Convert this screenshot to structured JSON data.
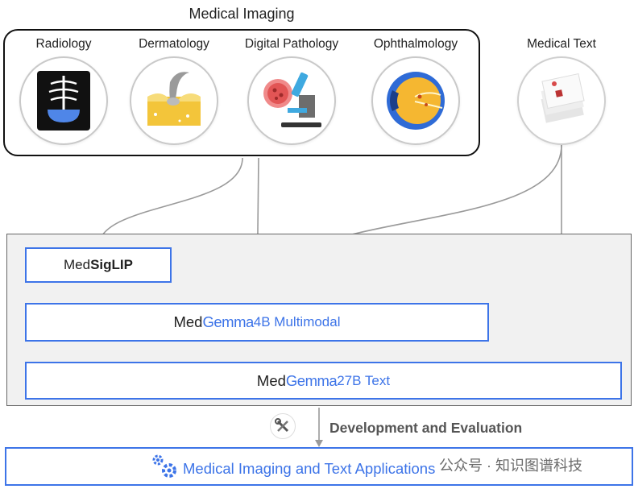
{
  "imaging": {
    "title": "Medical Imaging",
    "modalities": [
      {
        "label": "Radiology",
        "icon": "chest-xray-icon"
      },
      {
        "label": "Dermatology",
        "icon": "skin-layer-icon"
      },
      {
        "label": "Digital Pathology",
        "icon": "microscope-icon"
      },
      {
        "label": "Ophthalmology",
        "icon": "eye-fundus-icon"
      }
    ]
  },
  "text_source": {
    "label": "Medical Text",
    "icon": "document-stack-icon"
  },
  "models": {
    "siglip": {
      "prefix": "Med",
      "name": "SigLIP"
    },
    "gemma4b": {
      "prefix": "Med",
      "name": "Gemma",
      "suffix": " 4B Multimodal"
    },
    "gemma27b": {
      "prefix": "Med",
      "name": "Gemma",
      "suffix": " 27B Text"
    }
  },
  "development": {
    "label": "Development and Evaluation",
    "icon": "tools-icon"
  },
  "applications": {
    "label": "Medical Imaging and Text Applications",
    "icon": "gears-icon"
  },
  "watermark": {
    "text": "公众号 · 知识图谱科技"
  },
  "colors": {
    "accent": "#3d74e8",
    "line": "#999999",
    "panel": "#f1f1f1"
  }
}
